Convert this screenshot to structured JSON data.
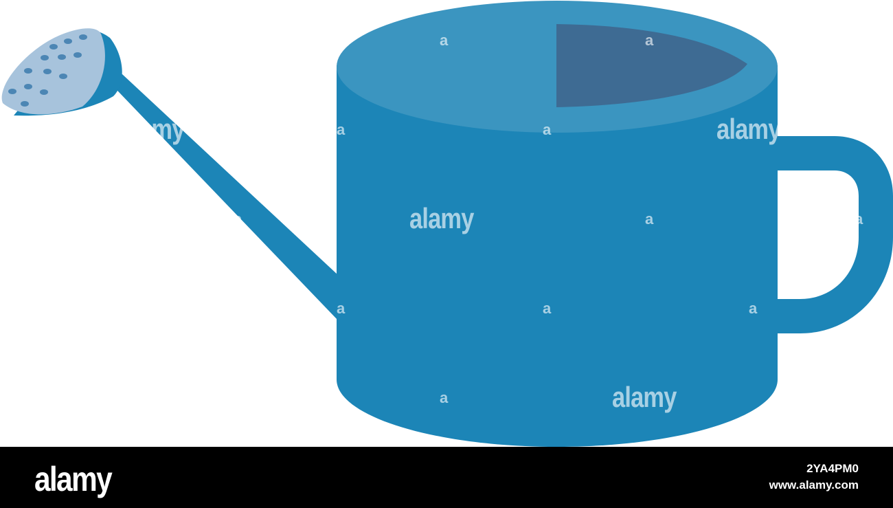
{
  "colors": {
    "body": "#1c85b7",
    "rim": "#3b95c0",
    "inside": "#3e6b93",
    "rose_face": "#a7c3dc",
    "rose_holes": "#4c86b4",
    "background": "#ffffff",
    "footer_bg": "#000000"
  },
  "watermark": {
    "text": "alamy",
    "mark": "a"
  },
  "footer": {
    "logo": "alamy",
    "image_id": "2YA4PM0",
    "url": "www.alamy.com"
  }
}
